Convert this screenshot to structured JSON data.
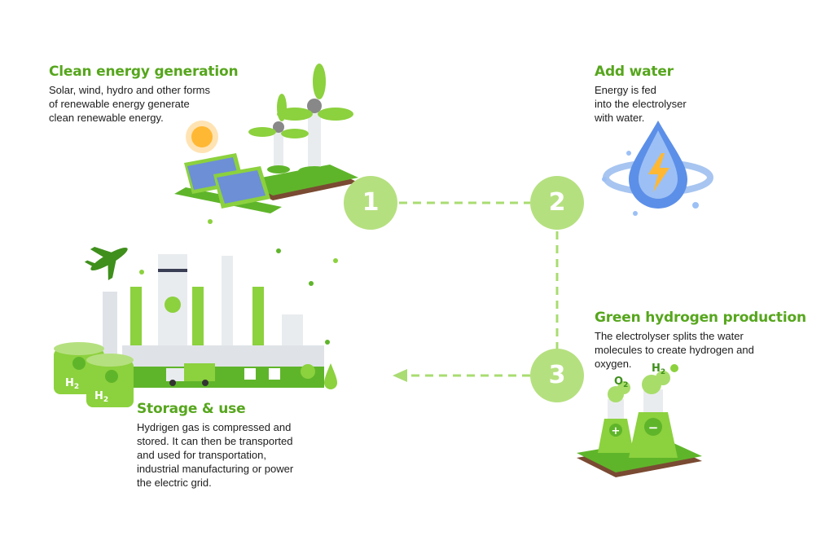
{
  "steps": [
    {
      "number": "1",
      "title": "Clean energy generation",
      "body": "Solar, wind, hydro and other forms\nof renewable energy generate\nclean renewable energy."
    },
    {
      "number": "2",
      "title": "Add water",
      "body": "Energy is fed\ninto the electrolyser\nwith water."
    },
    {
      "number": "3",
      "title": "Green hydrogen production",
      "body": "The electrolyser splits the water\nmolecules to create hydrogen and\noxygen."
    },
    {
      "number": "",
      "title": "Storage & use",
      "body": "Hydrigen gas is compressed and\nstored. It can then be transported\nand used for transportation,\nindustrial manufacturing or power\nthe electric grid."
    }
  ],
  "labels": {
    "h2": "H",
    "h2_sub": "2",
    "o2": "O",
    "o2_sub": "2",
    "plus": "+",
    "minus": "−"
  },
  "colors": {
    "accent": "#56a61d",
    "node": "#b5e07f",
    "connector": "#a9dc72",
    "dark_green": "#3f8f1c",
    "brown": "#7a4a32"
  },
  "icons": [
    "wind-turbine-icon",
    "solar-panel-icon",
    "sun-icon",
    "water-drop-icon",
    "lightning-icon",
    "airplane-icon",
    "factory-icon",
    "hydrogen-tank-icon",
    "truck-icon",
    "flask-icon"
  ]
}
